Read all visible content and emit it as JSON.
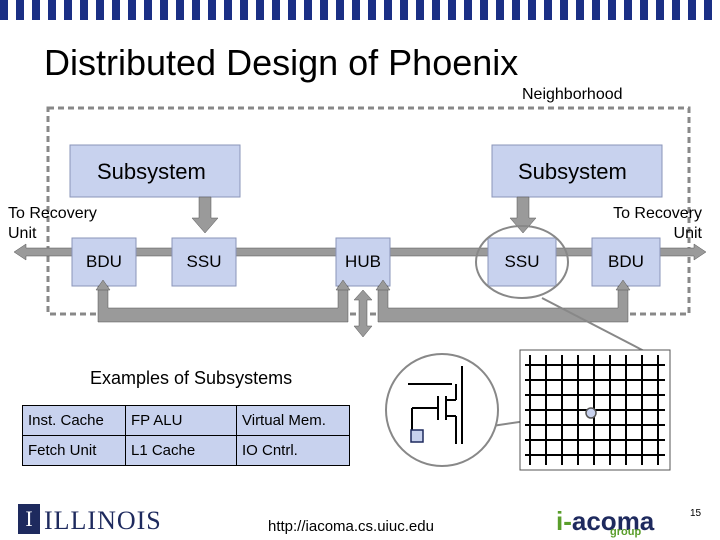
{
  "title": "Distributed Design of Phoenix",
  "neighborhood_label": "Neighborhood",
  "subsystem_left": "Subsystem",
  "subsystem_right": "Subsystem",
  "recovery_left": "To Recovery Unit",
  "recovery_right": "To Recovery Unit",
  "units": {
    "bdu_left": "BDU",
    "ssu_left": "SSU",
    "hub": "HUB",
    "ssu_right": "SSU",
    "bdu_right": "BDU"
  },
  "examples_heading": "Examples of Subsystems",
  "examples_table": [
    [
      "Inst. Cache",
      "FP ALU",
      "Virtual Mem."
    ],
    [
      "Fetch Unit",
      "L1 Cache",
      "IO Cntrl."
    ]
  ],
  "footer": {
    "logo_letter": "I",
    "illinois": "ILLINOIS",
    "url": "http://iacoma.cs.uiuc.edu",
    "iacoma_i": "i-",
    "iacoma_rest": "acoma",
    "group": "group",
    "page_number": "15"
  },
  "colors": {
    "box_fill": "#c8d2ee",
    "arrow_gray": "#9a9a9a",
    "dashed_border": "#888888",
    "brand_blue": "#1e2a5e"
  }
}
